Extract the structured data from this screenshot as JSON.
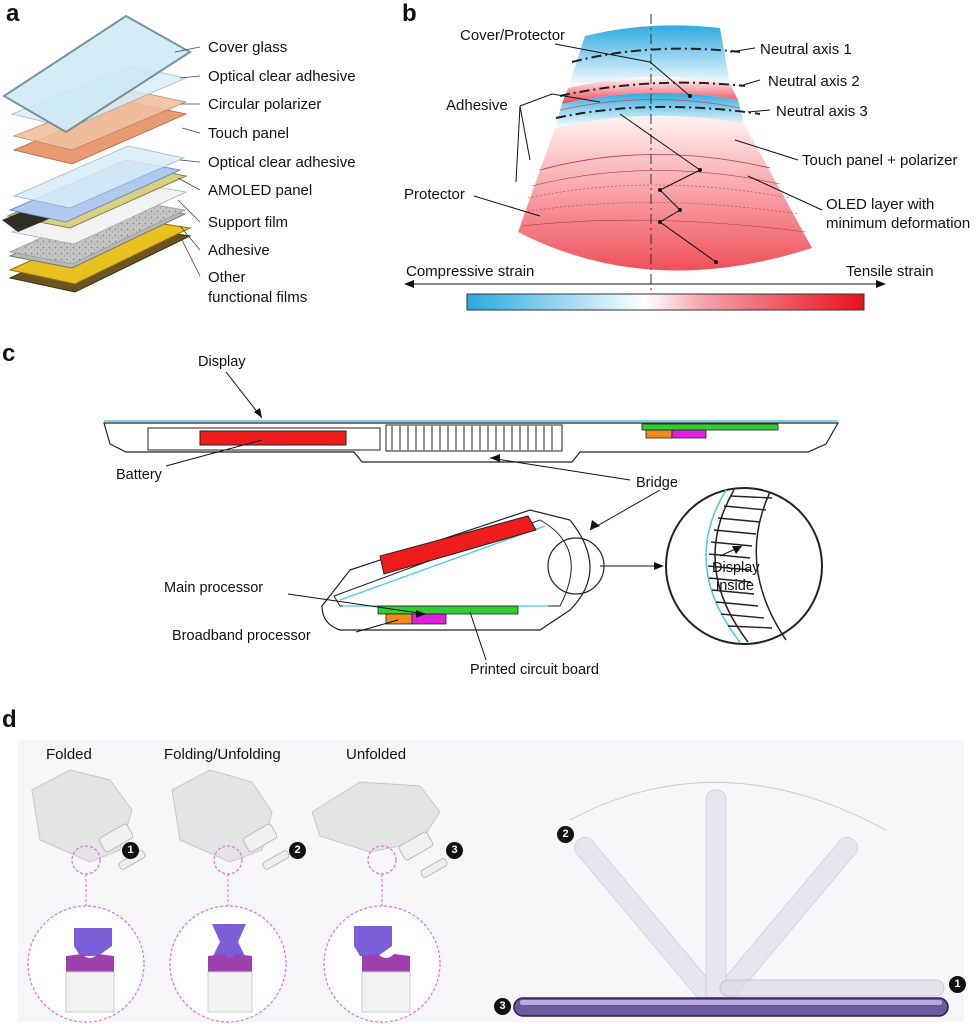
{
  "panels": {
    "a": {
      "letter": "a",
      "layers": [
        "Cover glass",
        "Optical clear adhesive",
        "Circular polarizer",
        "Touch panel",
        "Optical clear adhesive",
        "AMOLED panel",
        "Support film",
        "Adhesive",
        "Other",
        "functional films"
      ]
    },
    "b": {
      "letter": "b",
      "labels": {
        "cover_protector": "Cover/Protector",
        "adhesive": "Adhesive",
        "protector": "Protector",
        "neutral1": "Neutral axis 1",
        "neutral2": "Neutral axis 2",
        "neutral3": "Neutral axis 3",
        "touch_polarizer": "Touch panel + polarizer",
        "oled1": "OLED layer with",
        "oled2": "minimum deformation",
        "compressive": "Compressive strain",
        "tensile": "Tensile strain"
      }
    },
    "c": {
      "letter": "c",
      "labels": {
        "display": "Display",
        "battery": "Battery",
        "bridge": "Bridge",
        "main_processor": "Main processor",
        "broadband_processor": "Broadband processor",
        "pcb": "Printed circuit board",
        "display_inside1": "Display",
        "display_inside2": "inside"
      }
    },
    "d": {
      "letter": "d",
      "states": [
        "Folded",
        "Folding/Unfolding",
        "Unfolded"
      ],
      "badges": [
        "1",
        "2",
        "3"
      ]
    }
  },
  "colors": {
    "strain_compressive": "#29a9e0",
    "strain_tensile": "#e8101a",
    "battery": "#ee1c1c",
    "pcb": "#33cc33",
    "processor_orange": "#f08a1c",
    "processor_magenta": "#e020e0",
    "hinge_purple": "#7b5fd8"
  }
}
